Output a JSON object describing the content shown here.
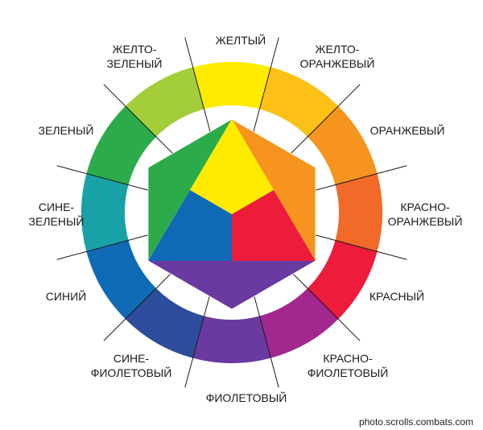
{
  "wheel": {
    "segments": [
      {
        "id": "yellow",
        "color": "#ffeb00",
        "label_lines": [
          "ЖЕЛТЫЙ"
        ]
      },
      {
        "id": "yellow-orange",
        "color": "#fdc016",
        "label_lines": [
          "ЖЕЛТО-",
          "ОРАНЖЕВЫЙ"
        ]
      },
      {
        "id": "orange",
        "color": "#f7941d",
        "label_lines": [
          "ОРАНЖЕВЫЙ"
        ]
      },
      {
        "id": "red-orange",
        "color": "#f26a2a",
        "label_lines": [
          "КРАСНО-",
          "ОРАНЖЕВЫЙ"
        ]
      },
      {
        "id": "red",
        "color": "#ec1c3a",
        "label_lines": [
          "КРАСНЫЙ"
        ]
      },
      {
        "id": "red-violet",
        "color": "#a2278f",
        "label_lines": [
          "КРАСНО-",
          "ФИОЛЕТОВЫЙ"
        ]
      },
      {
        "id": "violet",
        "color": "#6b3aa0",
        "label_lines": [
          "ФИОЛЕТОВЫЙ"
        ]
      },
      {
        "id": "blue-violet",
        "color": "#2d4c9c",
        "label_lines": [
          "СИНЕ-",
          "ФИОЛЕТОВЫЙ"
        ]
      },
      {
        "id": "blue",
        "color": "#0f6ab6",
        "label_lines": [
          "СИНИЙ"
        ]
      },
      {
        "id": "blue-green",
        "color": "#19a1a8",
        "label_lines": [
          "СИНЕ-",
          "ЗЕЛЕНЫЙ"
        ]
      },
      {
        "id": "green",
        "color": "#2bab4a",
        "label_lines": [
          "ЗЕЛЕНЫЙ"
        ]
      },
      {
        "id": "yellow-green",
        "color": "#a3cd39",
        "label_lines": [
          "ЖЕЛТО-",
          "ЗЕЛЕНЫЙ"
        ]
      }
    ]
  },
  "hexagon": {
    "primary_colors": {
      "yellow": "#ffeb00",
      "red": "#ec1c3a",
      "blue": "#0f6ab6"
    },
    "secondary_colors": {
      "green": "#2bab4a",
      "orange": "#f7941d",
      "violet": "#6b3aa0"
    }
  },
  "credit": "photo.scrolls.combats.com"
}
